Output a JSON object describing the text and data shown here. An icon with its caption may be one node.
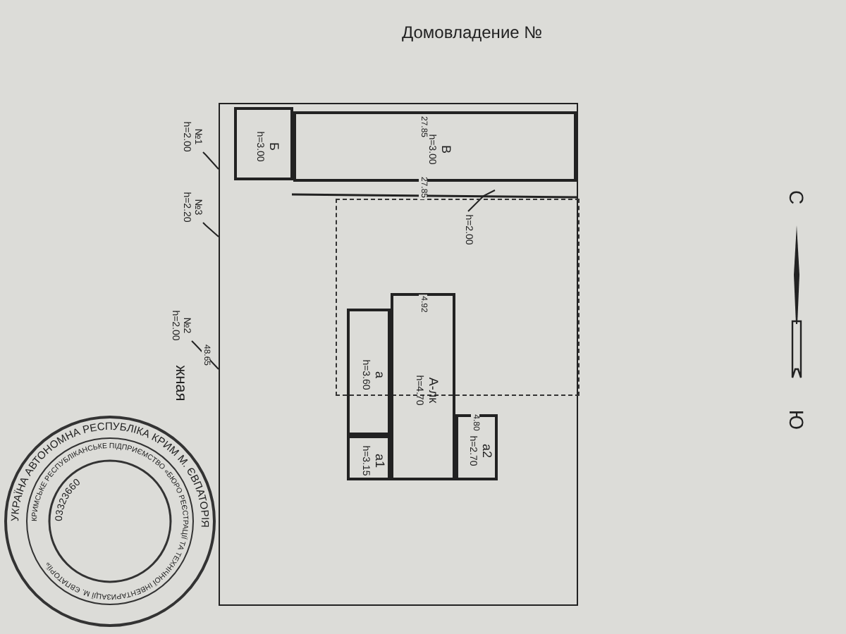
{
  "diagram": {
    "title": "Домовладение №",
    "nodes": [
      {
        "text": [],
        "shape": "box"
      },
      {
        "text": [
          "Б",
          "h=3.00"
        ],
        "in": 0
      },
      {
        "text": [
          "В",
          "h=3.00"
        ],
        "in": 0
      },
      {
        "text": [],
        "shape": "box",
        "in": 0
      },
      {
        "text": [
          "а",
          "h=3.60"
        ],
        "in": 0
      },
      {
        "text": [
          "А-лк",
          "h=4.70"
        ],
        "in": 0
      },
      {
        "text": [
          "а1",
          "h=3.15"
        ],
        "in": 0
      },
      {
        "text": [
          "а2",
          "h=2.70"
        ],
        "in": 0
      },
      {
        "text": [
          "№1",
          "h=2.00"
        ]
      },
      {
        "text": [
          "№3",
          "h=2.20"
        ]
      },
      {
        "text": [
          "№2",
          "h=2.00"
        ]
      },
      {
        "text": [
          "h=2.00"
        ],
        "in": 3
      }
    ],
    "edges": [
      {
        "from": 8,
        "to": 0,
        "arrow": "none"
      },
      {
        "from": 9,
        "to": 0,
        "arrow": "none"
      },
      {
        "from": 10,
        "to": 0,
        "arrow": "none"
      },
      {
        "from": 11,
        "to": 2,
        "arrow": "none"
      }
    ],
    "labels": [
      "27.85",
      "27.85",
      "48.65",
      "4.92",
      "4.80",
      "жная",
      "С",
      "Ю",
      "УКРАЇНА АВТОНОМНА РЕСПУБЛІКА КРИМ М. ЄВПАТОРІЯ",
      "КРИМСЬКЕ РЕСПУБЛІКАНСЬКЕ ПІДПРИЄМСТВО «БЮРО РЕЄСТРАЦІЇ ТА ТЕХНІЧНОЇ ІНВЕНТАРИЗАЦІЇ М. ЄВПАТОРІЇ»",
      "03323660"
    ]
  }
}
